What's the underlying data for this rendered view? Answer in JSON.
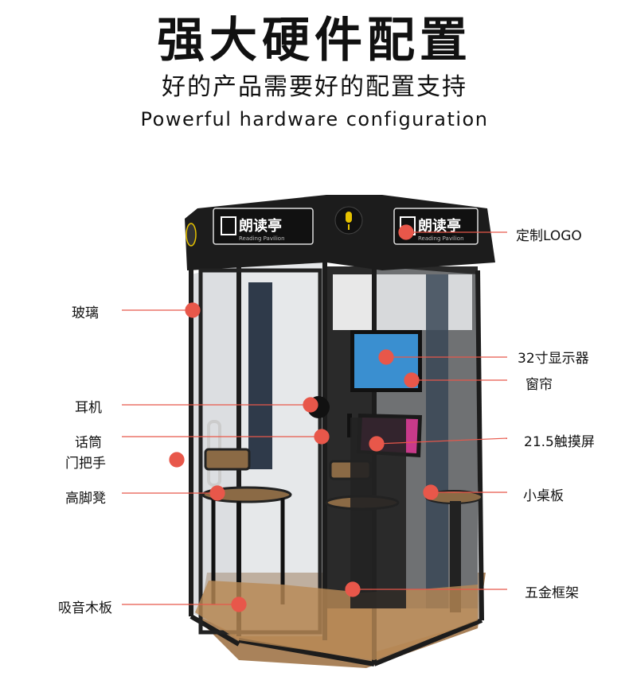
{
  "header": {
    "title": "强大硬件配置",
    "subtitle": "好的产品需要好的配置支持",
    "english": "Powerful hardware configuration"
  },
  "booth": {
    "sign_text": "朗读亭",
    "sign_sub": "Reading Pavilion",
    "icon": "microphone-icon"
  },
  "callouts_left": [
    {
      "id": "glass",
      "label": "玻璃"
    },
    {
      "id": "headphones",
      "label": "耳机"
    },
    {
      "id": "microphone",
      "label": "话筒"
    },
    {
      "id": "door-handle",
      "label": "门把手"
    },
    {
      "id": "stool",
      "label": "高脚凳"
    },
    {
      "id": "acoustic-board",
      "label": "吸音木板"
    }
  ],
  "callouts_right": [
    {
      "id": "logo",
      "label": "定制LOGO"
    },
    {
      "id": "monitor",
      "label": "32寸显示器"
    },
    {
      "id": "curtain",
      "label": "窗帘"
    },
    {
      "id": "touchscreen",
      "label": "21.5触摸屏"
    },
    {
      "id": "desk",
      "label": "小桌板"
    },
    {
      "id": "frame",
      "label": "五金框架"
    }
  ],
  "colors": {
    "accent": "#e8574a",
    "frame": "#1c1c1c",
    "wood": "#b98a55"
  }
}
